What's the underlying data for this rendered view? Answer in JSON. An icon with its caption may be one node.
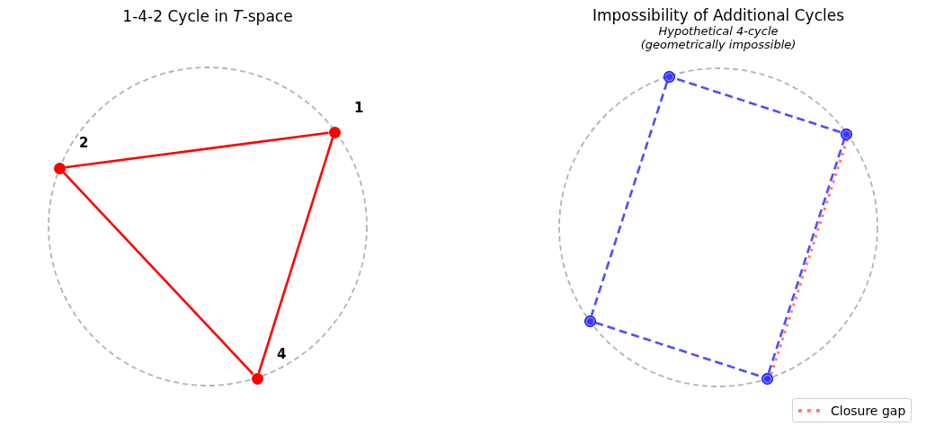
{
  "diagram": {
    "nodes": [
      {
        "text": [],
        "shape": "circle",
        "beside": [
          "1"
        ]
      },
      {
        "text": [],
        "shape": "circle",
        "beside": [
          "2"
        ]
      },
      {
        "text": [],
        "shape": "circle",
        "beside": [
          "4"
        ]
      },
      {
        "text": [],
        "shape": "circle"
      },
      {
        "text": [],
        "shape": "circle"
      },
      {
        "text": [],
        "shape": "circle"
      },
      {
        "text": [],
        "shape": "circle"
      }
    ],
    "edges": [
      {
        "from": 0,
        "to": 2,
        "arrow": "none",
        "color": "#ff0000"
      },
      {
        "from": 2,
        "to": 1,
        "arrow": "none",
        "color": "#ff0000"
      },
      {
        "from": 1,
        "to": 0,
        "arrow": "none",
        "color": "#ff0000"
      },
      {
        "from": 6,
        "to": 4,
        "arrow": "none",
        "style": "dashed",
        "color": "#4d4dff"
      },
      {
        "from": 4,
        "to": 3,
        "arrow": "none",
        "style": "dashed",
        "color": "#4d4dff"
      },
      {
        "from": 3,
        "to": 5,
        "arrow": "none",
        "style": "dashed",
        "color": "#4d4dff"
      },
      {
        "from": 5,
        "to": 6,
        "arrow": "none",
        "style": "dashed",
        "color": "#4d4dff"
      },
      {
        "from": 5,
        "to": 6,
        "arrow": "none",
        "style": "dashed",
        "color": "#ff8080"
      }
    ],
    "labels": [
      "1-4-2 Cycle in *T*-space",
      "Impossibility of Additional Cycles",
      "Hypothetical 4-cycle (geometrically impossible)"
    ],
    "legend": [
      {
        "text": "Closure gap"
      }
    ]
  }
}
